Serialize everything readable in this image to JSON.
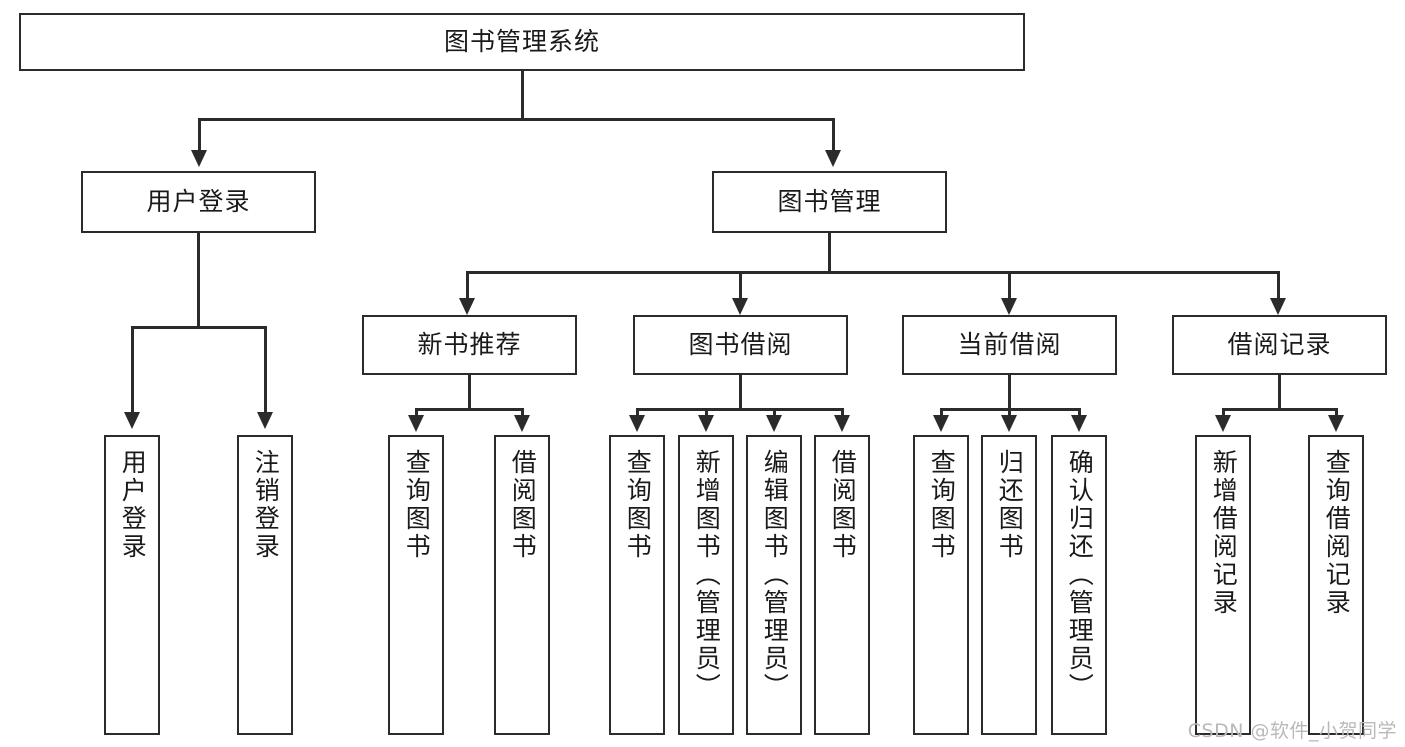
{
  "diagram": {
    "title": "图书管理系统",
    "type": "tree",
    "watermark": "CSDN @软件_小贺同学",
    "colors": {
      "box_border": "#2b2b2b",
      "box_fill": "#ffffff",
      "line": "#2b2b2b",
      "text": "#1a1a1a",
      "watermark": "#b9b9b9",
      "background": "#ffffff"
    },
    "levels": {
      "root": {
        "label": "图书管理系统"
      },
      "level2": [
        {
          "label": "用户登录"
        },
        {
          "label": "图书管理"
        }
      ],
      "level3": [
        {
          "label": "新书推荐"
        },
        {
          "label": "图书借阅"
        },
        {
          "label": "当前借阅"
        },
        {
          "label": "借阅记录"
        }
      ],
      "leaves": {
        "user_login": [
          {
            "label": "用户登录"
          },
          {
            "label": "注销登录"
          }
        ],
        "new_book_recommend": [
          {
            "label": "查询图书"
          },
          {
            "label": "借阅图书"
          }
        ],
        "book_borrow": [
          {
            "label": "查询图书"
          },
          {
            "label": "新增图书（管理员）"
          },
          {
            "label": "编辑图书（管理员）"
          },
          {
            "label": "借阅图书"
          }
        ],
        "current_borrow": [
          {
            "label": "查询图书"
          },
          {
            "label": "归还图书"
          },
          {
            "label": "确认归还（管理员）"
          }
        ],
        "borrow_record": [
          {
            "label": "新增借阅记录"
          },
          {
            "label": "查询借阅记录"
          }
        ]
      }
    }
  }
}
